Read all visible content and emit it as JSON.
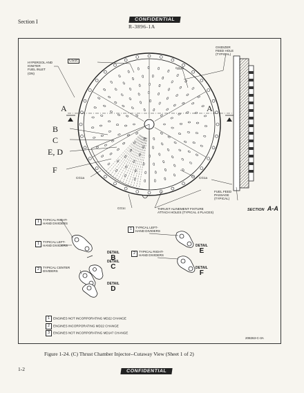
{
  "page": {
    "section": "Section I",
    "stamp_top": "CONFIDENTIAL",
    "doc_number": "R-3896-1A",
    "stamp_bottom": "CONFIDENTIAL",
    "page_number": "1-2",
    "caption": "Figure 1-24.  (C) Thrust Chamber Injector--Cutaway View (Sheet 1 of 2)",
    "drawing_ref": "208263-C-3A"
  },
  "figure": {
    "labels": {
      "hypergol": [
        "HYPERGOL AND",
        "IGNITER",
        "FUEL INLET",
        "(ON)"
      ],
      "hypergol_box": "CG1c",
      "oxidizer": [
        "OXIDIZER",
        "FEED HOLE",
        "(TYPICAL)"
      ],
      "cg1b": "CG1b",
      "cg1a_left": "CG1a",
      "cg1a_right": "CG1a",
      "cg1c_bottom": "CG1c",
      "fuel_feed": [
        "FUEL FEED",
        "PASSAGE",
        "(TYPICAL)"
      ],
      "thrust": [
        "THRUST ALINEMENT FIXTURE",
        "ATTACH HOLES (TYPICAL 4 PLACES)"
      ],
      "section_aa_word": "SECTION",
      "section_aa_letter": "A-A",
      "letters": {
        "a_left": "A",
        "a_right": "A",
        "b": "B",
        "c": "C",
        "ed": "E, D",
        "f": "F"
      }
    },
    "dividers": {
      "right": {
        "tag": "1",
        "text": [
          "TYPICAL RIGHT-",
          "HAND DIVIDERS"
        ]
      },
      "left": {
        "tag": "1",
        "text": [
          "TYPICAL LEFT-",
          "HAND DIVIDERS"
        ]
      },
      "center": {
        "tag": "2",
        "text": [
          "TYPICAL CENTER",
          "DIVIDERS"
        ]
      },
      "left2": {
        "tag": "1",
        "text": [
          "TYPICAL LEFT-",
          "HAND DIVIDERS"
        ]
      },
      "right2": {
        "tag": "2",
        "text": [
          "TYPICAL RIGHT-",
          "HAND DIVIDERS"
        ]
      }
    },
    "details": {
      "b": {
        "word": "DETAIL",
        "letter": "B"
      },
      "c": {
        "word": "DETAIL",
        "letter": "C"
      },
      "d": {
        "word": "DETAIL",
        "letter": "D"
      },
      "e": {
        "word": "DETAIL",
        "letter": "E"
      },
      "f": {
        "word": "DETAIL",
        "letter": "F"
      }
    },
    "notes": [
      {
        "tag": "1",
        "text": "ENGINES NOT INCORPORATING MD22 CHANGE"
      },
      {
        "tag": "2",
        "text": "ENGINES INCORPORATING MD22 CHANGE"
      },
      {
        "tag": "3",
        "text": "ENGINES NOT INCORPORATING MD147 CHANGE"
      }
    ]
  }
}
